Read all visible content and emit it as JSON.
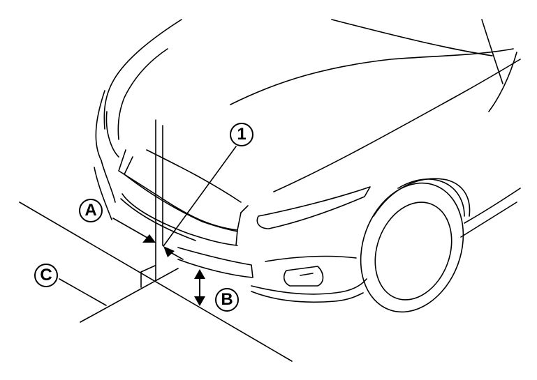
{
  "labels": {
    "one": "1",
    "a": "A",
    "b": "B",
    "c": "C"
  },
  "colors": {
    "line": "#000000",
    "background": "#ffffff"
  }
}
